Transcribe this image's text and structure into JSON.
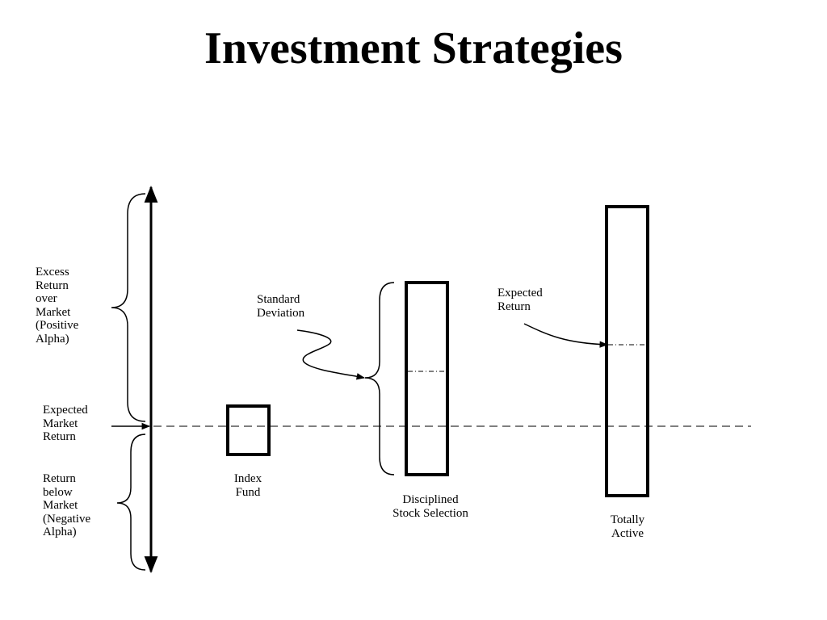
{
  "title": "Investment Strategies",
  "labels": {
    "excess_return": "Excess\nReturn\nover\nMarket\n(Positive\nAlpha)",
    "expected_market_return": "Expected\nMarket\nReturn",
    "return_below": "Return\nbelow\nMarket\n(Negative\nAlpha)",
    "standard_deviation": "Standard\nDeviation",
    "expected_return": "Expected\nReturn",
    "index_fund": "Index\nFund",
    "disciplined": "Disciplined\nStock Selection",
    "totally_active": "Totally\nActive"
  }
}
